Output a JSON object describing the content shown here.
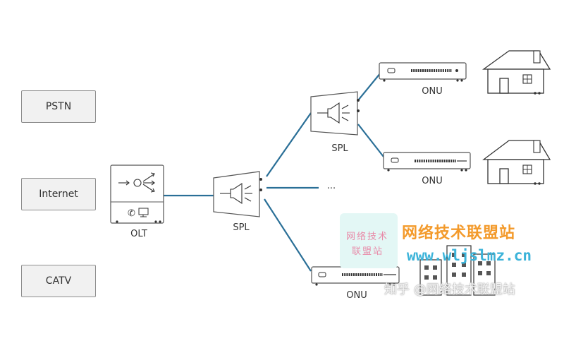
{
  "sources": {
    "pstn": "PSTN",
    "internet": "Internet",
    "catv": "CATV"
  },
  "nodes": {
    "olt": "OLT",
    "spl_main": "SPL",
    "spl_branch": "SPL",
    "onu_top": "ONU",
    "onu_mid": "ONU",
    "onu_bottom": "ONU",
    "ellipsis": "..."
  },
  "watermarks": {
    "small_line1": "网络技术",
    "small_line2": "联盟站",
    "brand": "网络技术联盟站",
    "url": "www.wljslmz.cn",
    "zhihu": "知乎 @网络技术联盟站"
  },
  "colors": {
    "fiber_line": "#2a6f97",
    "outline": "#555555",
    "box_fill": "#f1f1f1"
  }
}
